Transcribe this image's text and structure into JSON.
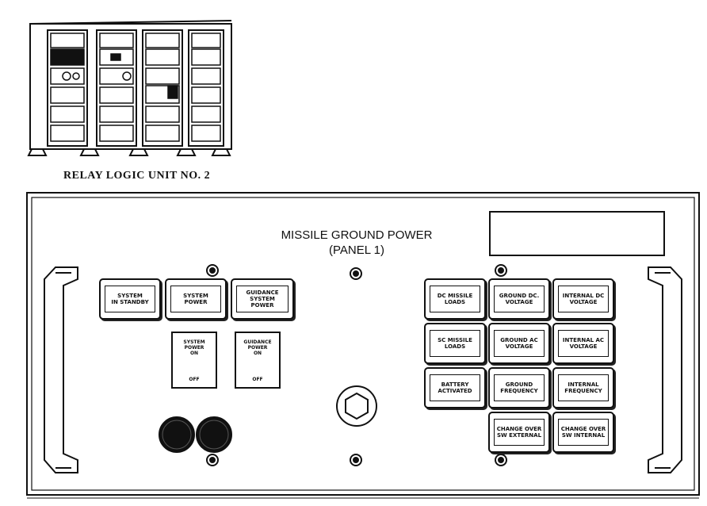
{
  "caption": "RELAY LOGIC UNIT NO. 2",
  "panel": {
    "title_line1": "MISSILE GROUND POWER",
    "title_line2": "(PANEL 1)"
  },
  "left_indicators": [
    {
      "label": "SYSTEM\nIN STANDBY"
    },
    {
      "label": "SYSTEM POWER"
    },
    {
      "label": "GUIDANCE SYSTEM\nPOWER"
    }
  ],
  "switches": [
    {
      "label": "SYSTEM\nPOWER\nON",
      "off": "OFF"
    },
    {
      "label": "GUIDANCE\nPOWER\nON",
      "off": "OFF"
    }
  ],
  "right_indicators": [
    {
      "label": "DC MISSILE\nLOADS"
    },
    {
      "label": "GROUND DC.\nVOLTAGE"
    },
    {
      "label": "INTERNAL DC\nVOLTAGE"
    },
    {
      "label": "SC MISSILE\nLOADS"
    },
    {
      "label": "GROUND AC\nVOLTAGE"
    },
    {
      "label": "INTERNAL AC\nVOLTAGE"
    },
    {
      "label": "BATTERY\nACTIVATED"
    },
    {
      "label": "GROUND\nFREQUENCY"
    },
    {
      "label": "INTERNAL\nFREQUENCY"
    },
    {
      "label": "CHANGE OVER\nSW EXTERNAL"
    },
    {
      "label": "CHANGE OVER\nSW INTERNAL"
    }
  ]
}
